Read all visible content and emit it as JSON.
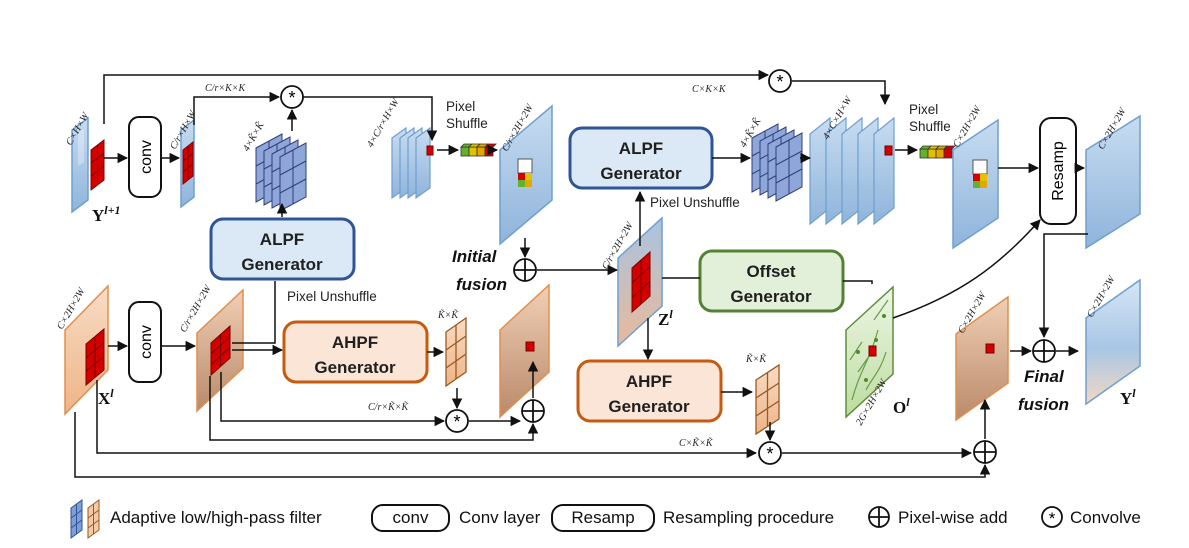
{
  "colors": {
    "blue_map": "#a9c8e8",
    "blue_edge": "#6f9fcf",
    "orange_map": "#f3c9a8",
    "orange_edge": "#e0904e",
    "alpf_fill": "#dbe8f5",
    "alpf_stroke": "#2f5597",
    "ahpf_fill": "#fbe5d6",
    "ahpf_stroke": "#c55a11",
    "offset_fill": "#e2f0d9",
    "offset_stroke": "#548235",
    "kernel_red": "#e00000"
  },
  "generators": {
    "alpf_top": [
      "ALPF",
      "Generator"
    ],
    "alpf_mid": [
      "ALPF",
      "Generator"
    ],
    "ahpf_left": [
      "AHPF",
      "Generator"
    ],
    "ahpf_mid": [
      "AHPF",
      "Generator"
    ],
    "offset": [
      "Offset",
      "Generator"
    ]
  },
  "labels": {
    "conv": "conv",
    "resamp": "Resamp",
    "pixel_shuffle": [
      "Pixel",
      "Shuffle"
    ],
    "pixel_unshuffle": "Pixel Unshuffle",
    "initial_fusion": [
      "Initial",
      "fusion"
    ],
    "final_fusion": [
      "Final",
      "fusion"
    ],
    "y_l1": "Y",
    "y_l1_sup": "l+1",
    "x_l": "X",
    "x_l_sup": "l",
    "z_l": "Z",
    "z_l_sup": "l",
    "o_l": "O",
    "o_l_sup": "l",
    "y_l": "Y",
    "y_l_sup": "l"
  },
  "dims": {
    "y_in": "C×H×W",
    "y_conv": "C/r×H×W",
    "ck_top": "C/r×K×K",
    "ck_right": "C×K×K",
    "alpf_kernels": "4×K̃×K̃",
    "alpf_kernels2": "4×K̃×K̃",
    "stack1": "4×C/r×H×W",
    "stack2": "4×C×H×W",
    "shuf1": "C/r×2H×2W",
    "shuf2": "C×2H×2W",
    "resamp_out": "C×2H×2W",
    "x_in": "C×2H×2W",
    "x_conv": "C/r×2H×2W",
    "ahpf_k1": "K̃×K̃",
    "ahpf_k2": "K̃×K̃",
    "ck_ahpf": "C/r×K̃×K̃",
    "ck_ahpf2": "C×K̃×K̃",
    "z_dim": "C/r×2H×2W",
    "offset_dim": "2G×2H×2W",
    "final_map": "C×2H×2W",
    "y_out": "C×2H×2W"
  },
  "legend": {
    "filter": "Adaptive low/high-pass filter",
    "conv_box": "conv",
    "conv_desc": "Conv layer",
    "resamp_box": "Resamp",
    "resamp_desc": "Resampling procedure",
    "add_desc": "Pixel-wise add",
    "convolve_desc": "Convolve"
  }
}
